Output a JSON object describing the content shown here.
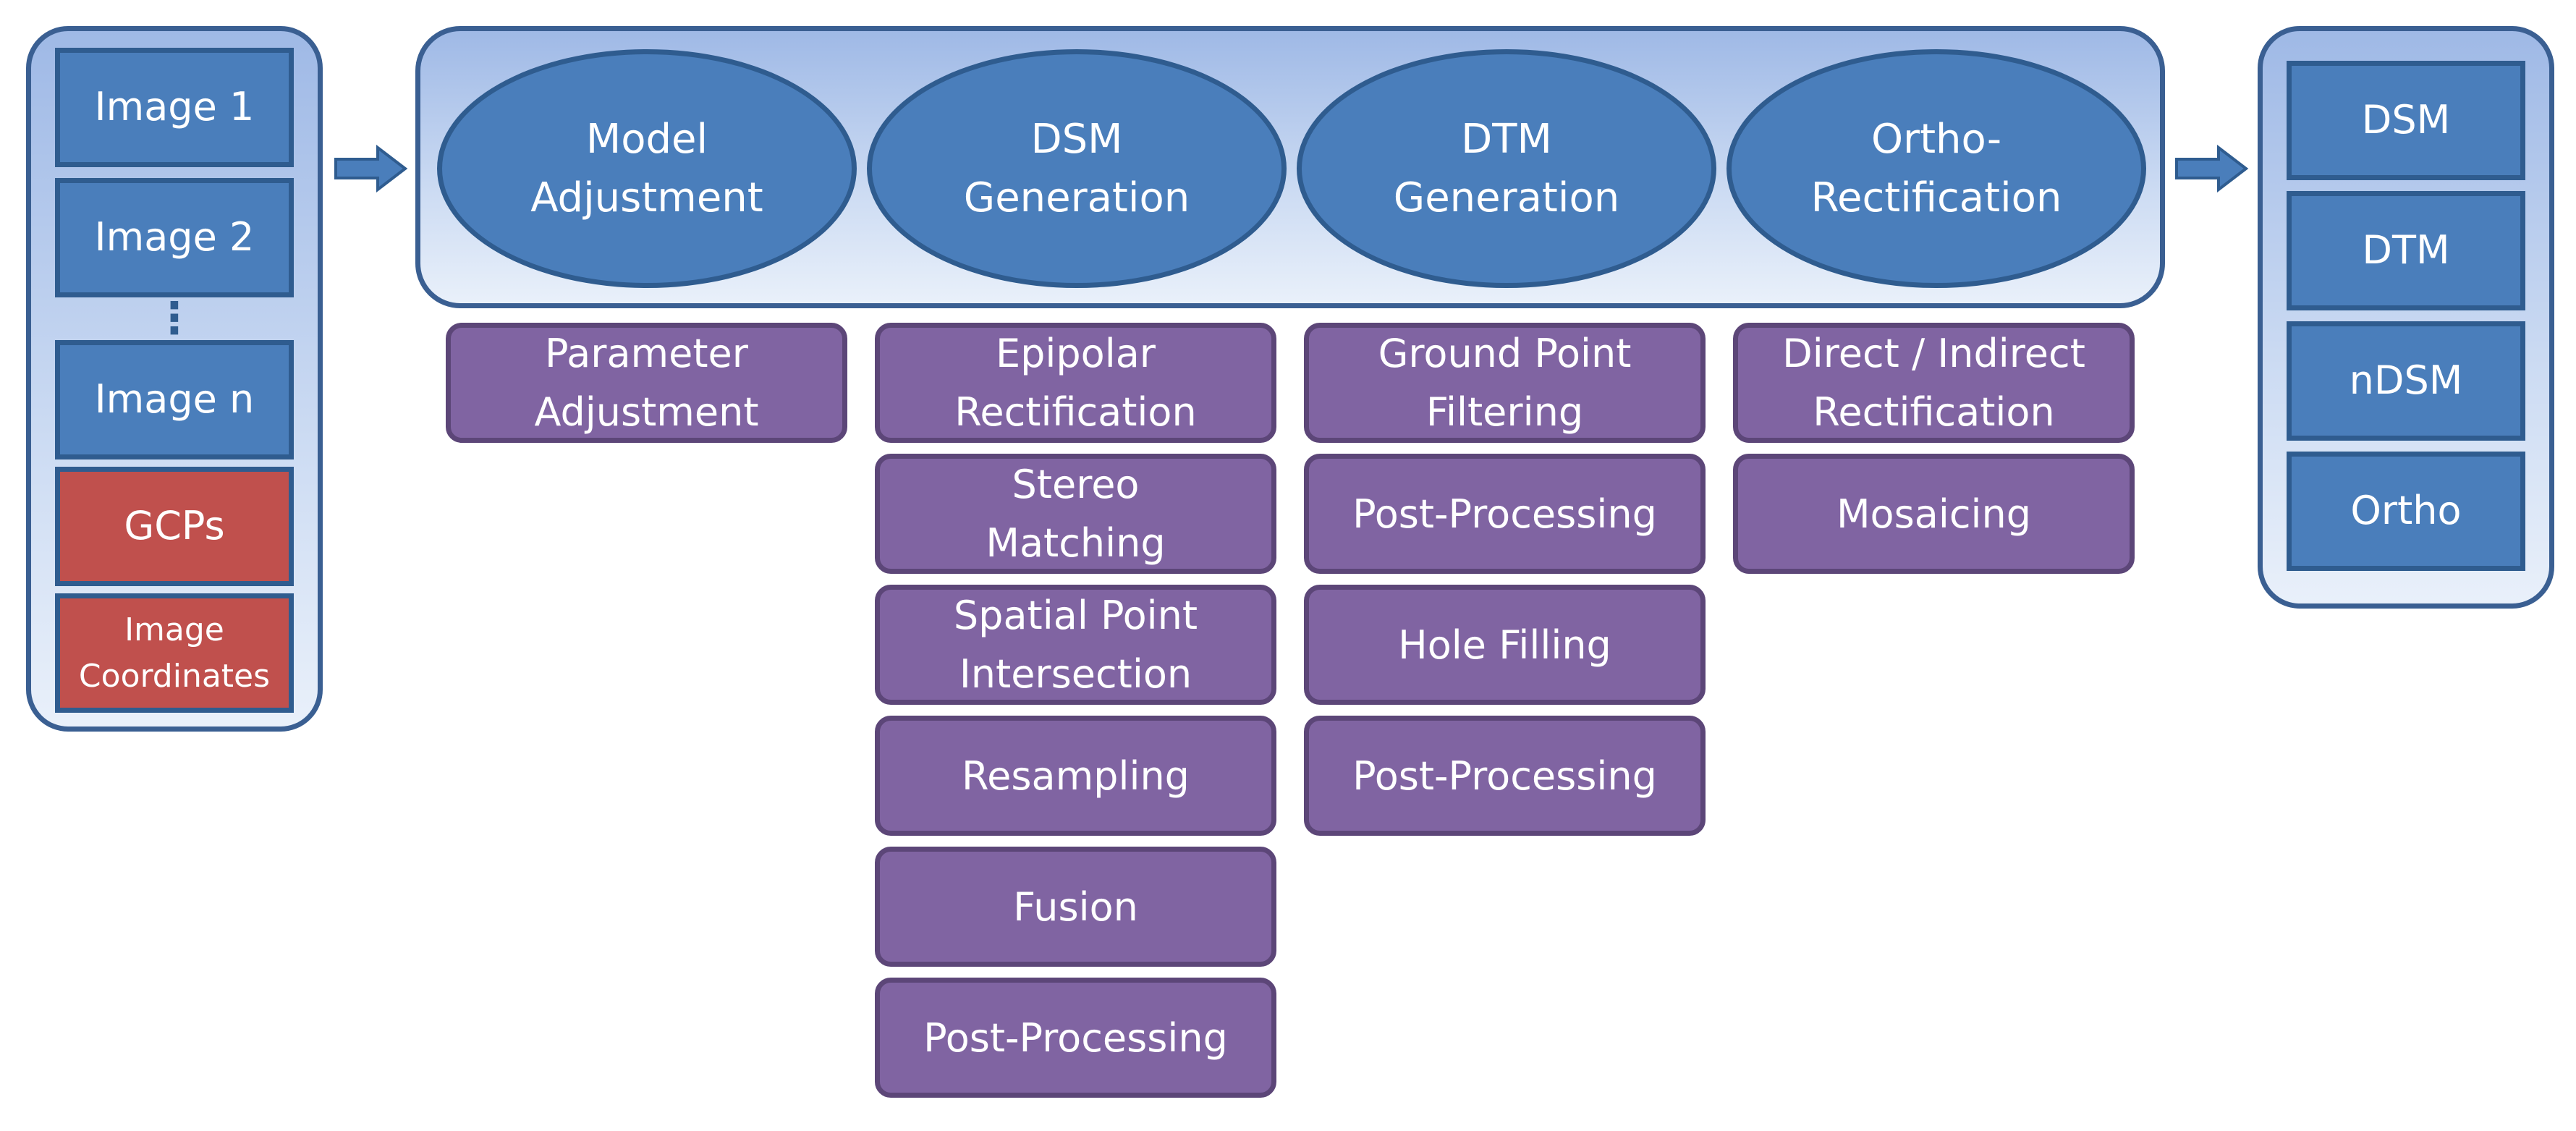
{
  "inputs": {
    "image1": "Image 1",
    "image2": "Image 2",
    "ellipsis": "⋮",
    "imagen": "Image n",
    "gcps": "GCPs",
    "image_coordinates": "Image\nCoordinates"
  },
  "processes": {
    "model_adjustment": "Model\nAdjustment",
    "dsm_generation": "DSM\nGeneration",
    "dtm_generation": "DTM\nGeneration",
    "ortho_rectification": "Ortho-\nRectification"
  },
  "steps": {
    "model": [
      "Parameter\nAdjustment"
    ],
    "dsm": [
      "Epipolar\nRectification",
      "Stereo\nMatching",
      "Spatial Point\nIntersection",
      "Resampling",
      "Fusion",
      "Post-Processing"
    ],
    "dtm": [
      "Ground Point\nFiltering",
      "Post-Processing",
      "Hole Filling",
      "Post-Processing"
    ],
    "ortho": [
      "Direct / Indirect\nRectification",
      "Mosaicing"
    ]
  },
  "outputs": {
    "dsm": "DSM",
    "dtm": "DTM",
    "ndsm": "nDSM",
    "ortho": "Ortho"
  },
  "colors": {
    "blue": "#4a7ebb",
    "blue_border": "#2f5c8f",
    "red": "#c0504d",
    "purple": "#8064a2",
    "purple_border": "#5c4678"
  }
}
